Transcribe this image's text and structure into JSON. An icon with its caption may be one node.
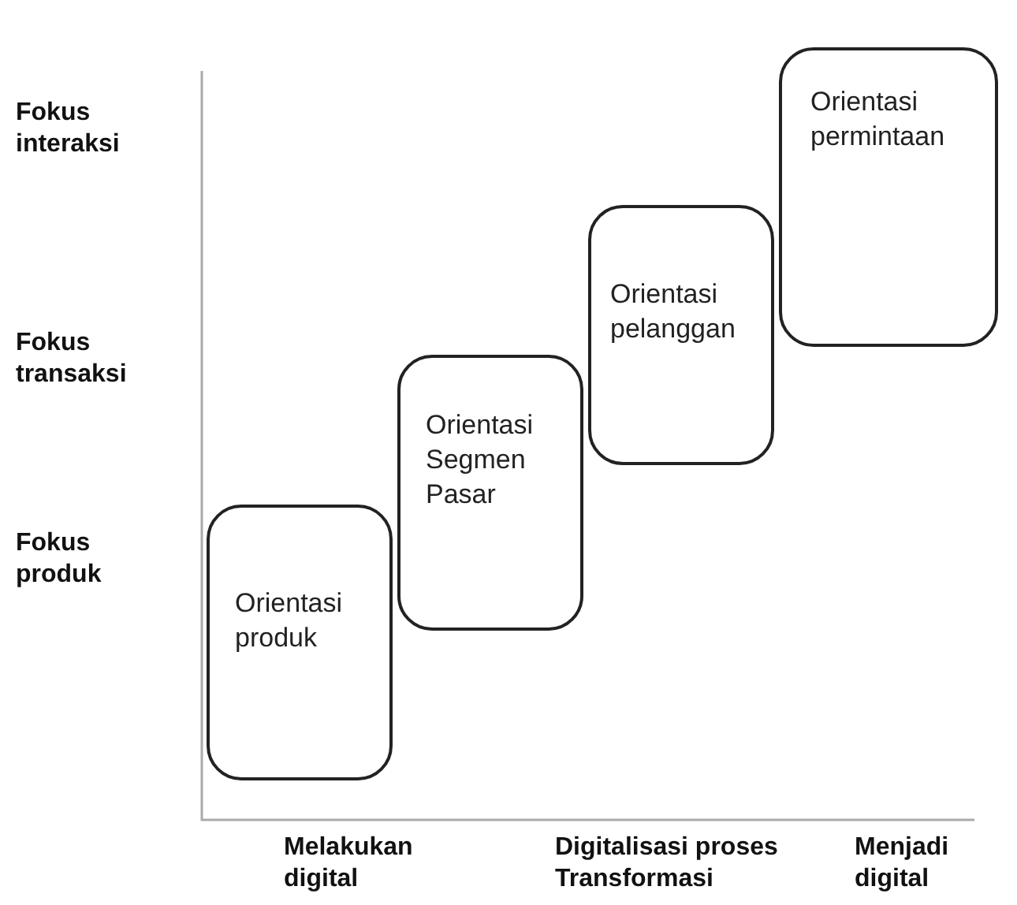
{
  "diagram": {
    "nodes": [
      {
        "text": [
          "Orientasi produk"
        ]
      },
      {
        "text": [
          "Orientasi Segmen Pasar"
        ]
      },
      {
        "text": [
          "Orientasi pelanggan"
        ]
      },
      {
        "text": [
          "Orientasi permintaan"
        ]
      }
    ],
    "edges": [],
    "labels": [
      "Fokus interaksi",
      "Fokus transaksi",
      "Fokus produk",
      "Melakukan digital",
      "Digitalisasi proses Transformasi",
      "Menjadi digital"
    ]
  }
}
